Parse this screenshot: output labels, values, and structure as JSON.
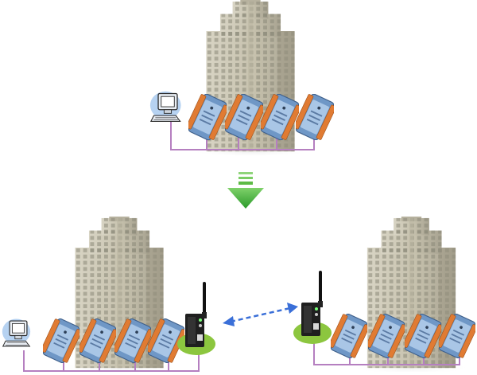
{
  "diagram": {
    "top_site": {
      "building": "office-building-icon",
      "pc": "desktop-pc-icon",
      "modules": [
        "io-module-icon",
        "io-module-icon",
        "io-module-icon",
        "io-module-icon"
      ],
      "bus": "rs485-bus-line"
    },
    "transition": {
      "icon": "down-arrow-icon",
      "color": "#3aa832"
    },
    "bottom_left_site": {
      "building": "office-building-icon",
      "pc": "desktop-pc-icon",
      "modules": [
        "io-module-icon",
        "io-module-icon",
        "io-module-icon",
        "io-module-icon"
      ],
      "radio": "wireless-modem-icon",
      "bus": "rs485-bus-line"
    },
    "bottom_right_site": {
      "building": "office-building-icon",
      "modules": [
        "io-module-icon",
        "io-module-icon",
        "io-module-icon",
        "io-module-icon"
      ],
      "radio": "wireless-modem-icon",
      "bus": "rs485-bus-line"
    },
    "wireless_link": {
      "icon": "wireless-link-arrow",
      "color": "#3a6fd8"
    },
    "colors": {
      "bus": "#b57fc0",
      "module_body": "#6f97c6",
      "module_terminal": "#e07b33",
      "radio_base": "#8cc63f",
      "building": "#c9c5b5"
    }
  }
}
